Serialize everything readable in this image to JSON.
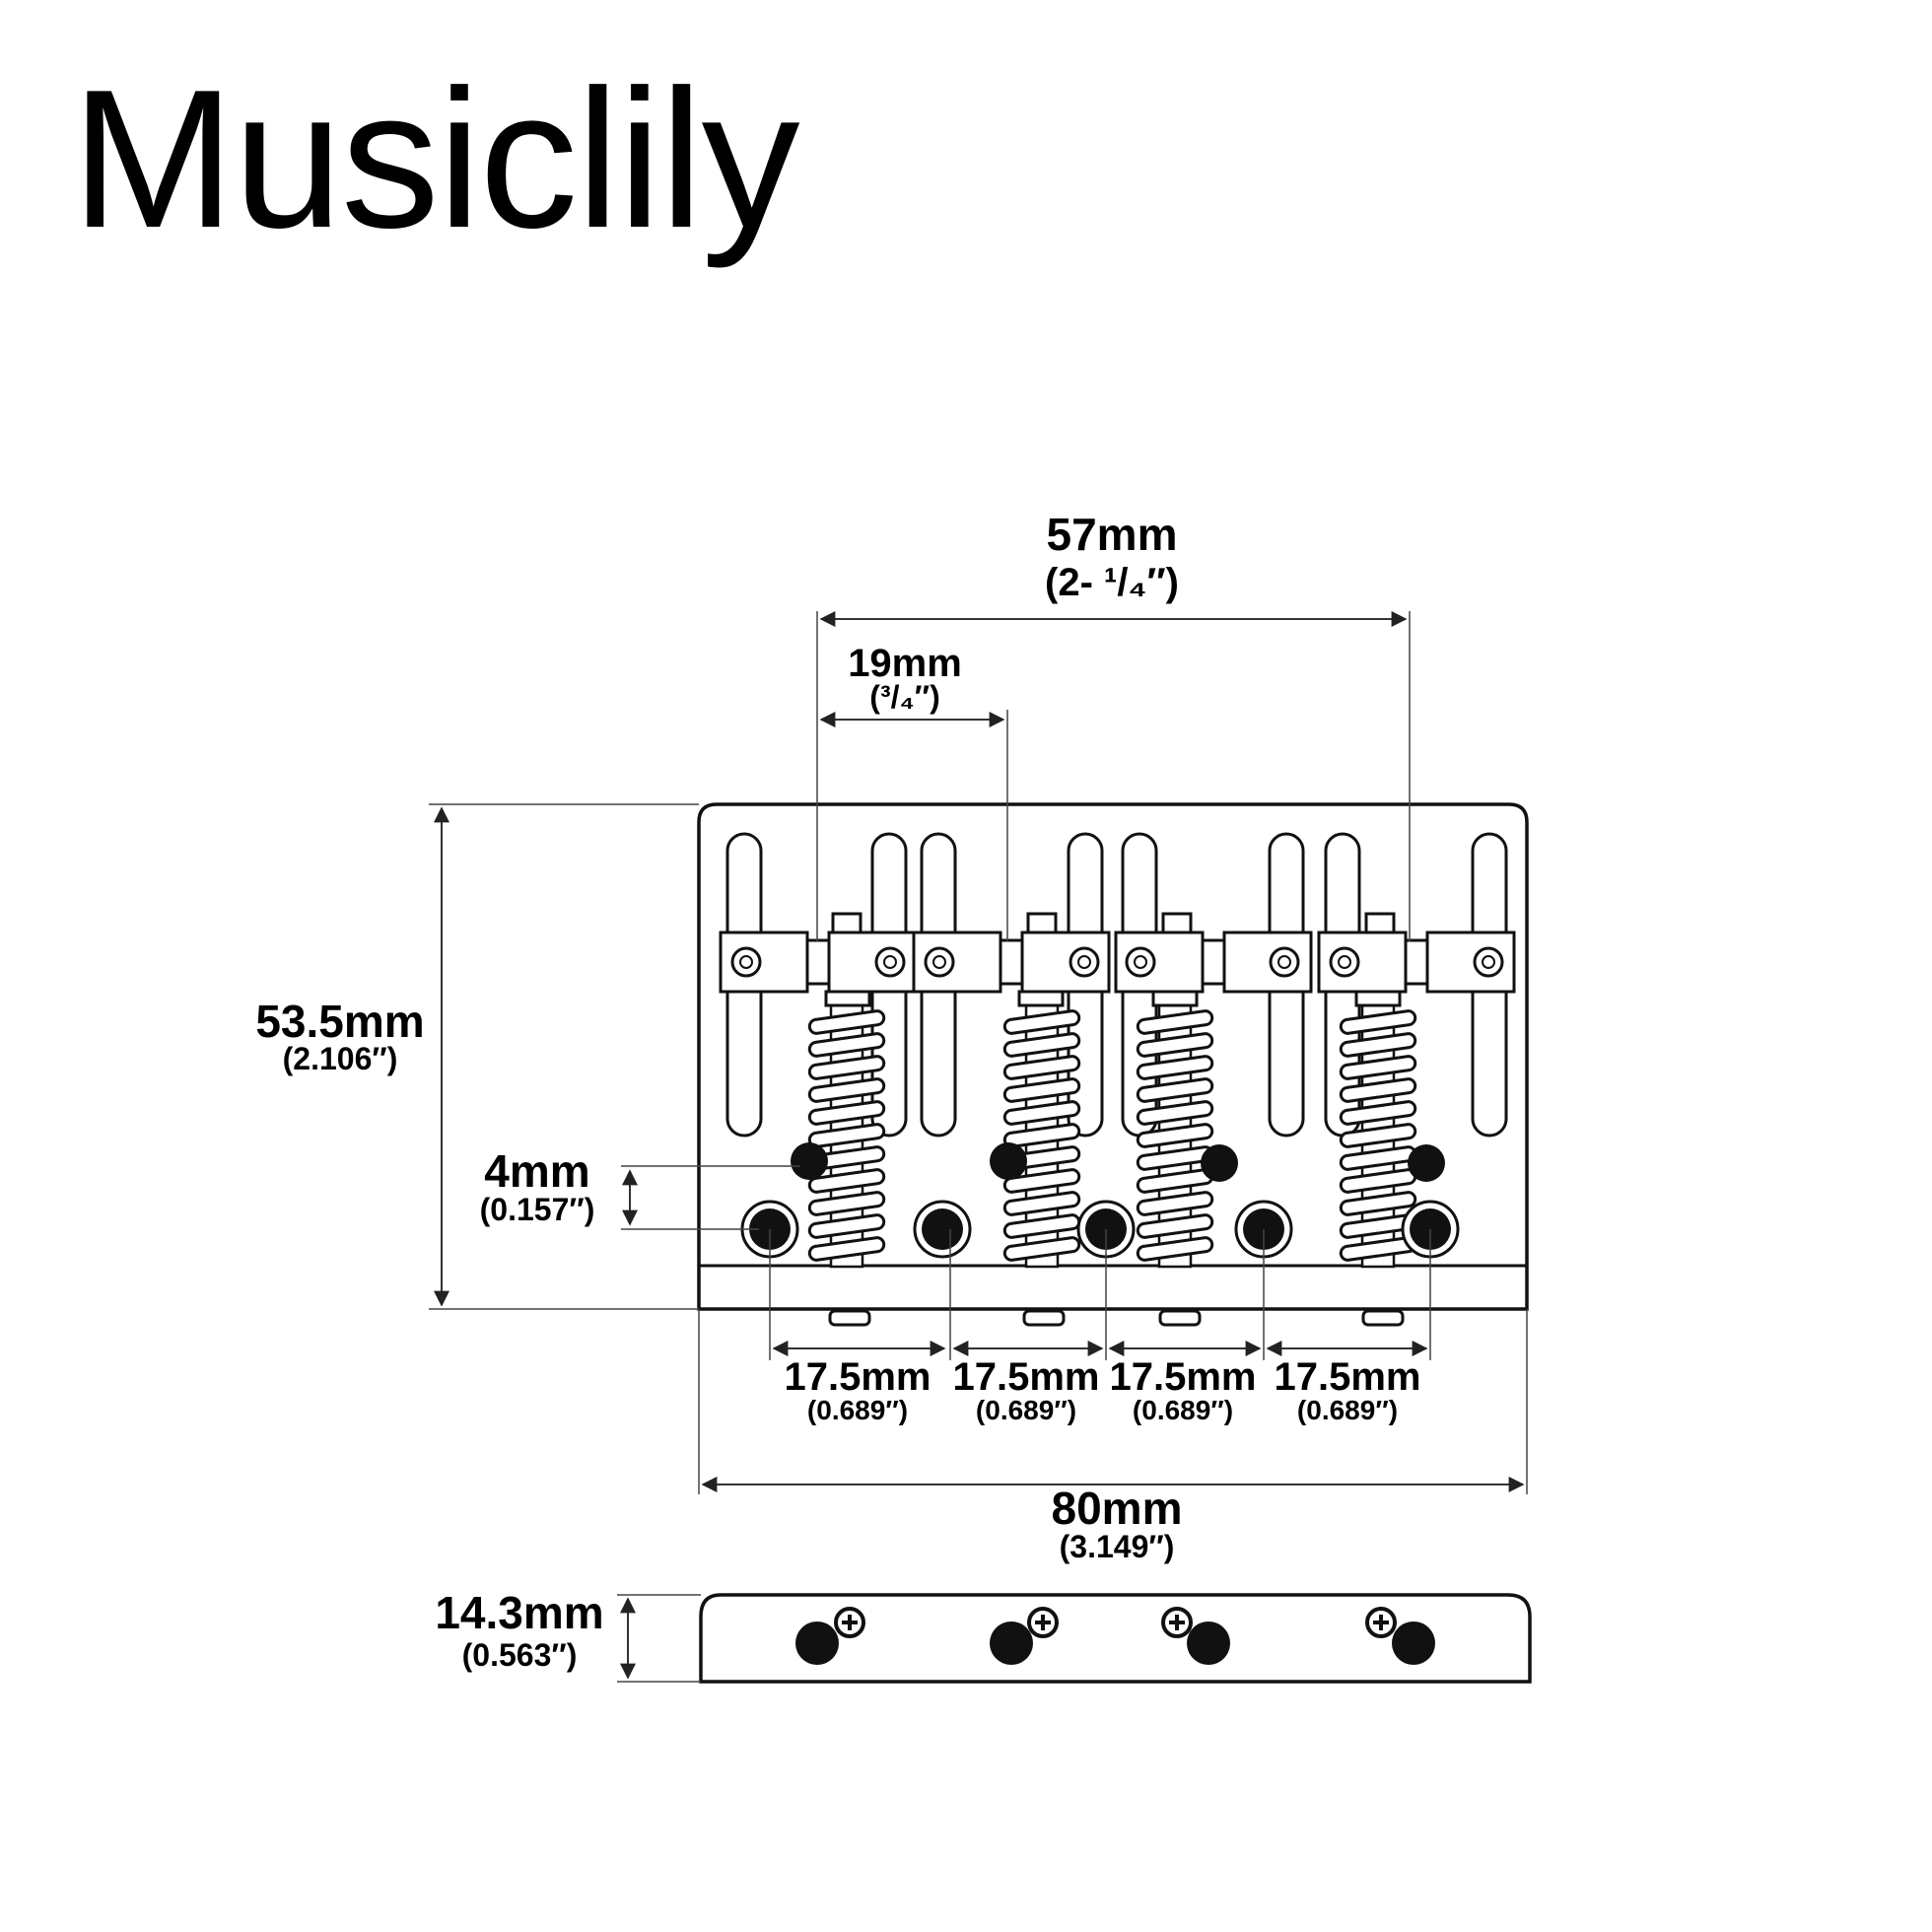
{
  "brand": "Musiclily",
  "dims": {
    "string_span": {
      "mm": "57mm",
      "inch": "(2- ¹/₄″)"
    },
    "saddle_width": {
      "mm": "19mm",
      "inch": "(³/₄″)"
    },
    "plate_length": {
      "mm": "53.5mm",
      "inch": "(2.106″)"
    },
    "hole_offset": {
      "mm": "4mm",
      "inch": "(0.157″)"
    },
    "hole_spacing": [
      {
        "mm": "17.5mm",
        "inch": "(0.689″)"
      },
      {
        "mm": "17.5mm",
        "inch": "(0.689″)"
      },
      {
        "mm": "17.5mm",
        "inch": "(0.689″)"
      },
      {
        "mm": "17.5mm",
        "inch": "(0.689″)"
      }
    ],
    "plate_width": {
      "mm": "80mm",
      "inch": "(3.149″)"
    },
    "height": {
      "mm": "14.3mm",
      "inch": "(0.563″)"
    }
  },
  "colors": {
    "ink": "#111111",
    "background": "#ffffff"
  }
}
